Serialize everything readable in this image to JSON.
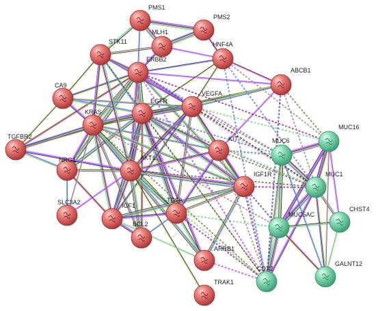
{
  "nodes": [
    {
      "id": "PMS1",
      "cluster": "red"
    },
    {
      "id": "PMS2",
      "cluster": "red"
    },
    {
      "id": "STK11",
      "cluster": "red"
    },
    {
      "id": "MLH1",
      "cluster": "red"
    },
    {
      "id": "HNF4A",
      "cluster": "red"
    },
    {
      "id": "ERBB2",
      "cluster": "red"
    },
    {
      "id": "ABCB1",
      "cluster": "red"
    },
    {
      "id": "CA9",
      "cluster": "red"
    },
    {
      "id": "VEGFA",
      "cluster": "red"
    },
    {
      "id": "EGFR",
      "cluster": "red"
    },
    {
      "id": "KRAS",
      "cluster": "red"
    },
    {
      "id": "TGFBR2",
      "cluster": "red"
    },
    {
      "id": "KIT",
      "cluster": "red"
    },
    {
      "id": "NRG1",
      "cluster": "red"
    },
    {
      "id": "AKT1",
      "cluster": "red"
    },
    {
      "id": "IGF1R",
      "cluster": "red"
    },
    {
      "id": "SLC3A2",
      "cluster": "red"
    },
    {
      "id": "IGF1",
      "cluster": "red"
    },
    {
      "id": "TGFA",
      "cluster": "red"
    },
    {
      "id": "BCL2",
      "cluster": "red"
    },
    {
      "id": "ARRB1",
      "cluster": "red"
    },
    {
      "id": "TRAK1",
      "cluster": "red"
    },
    {
      "id": "MUC16",
      "cluster": "green"
    },
    {
      "id": "MUC6",
      "cluster": "green"
    },
    {
      "id": "MUC1",
      "cluster": "green"
    },
    {
      "id": "MUC5AC",
      "cluster": "green"
    },
    {
      "id": "CHST4",
      "cluster": "green"
    },
    {
      "id": "CDX2",
      "cluster": "green"
    },
    {
      "id": "GALNT12",
      "cluster": "green"
    }
  ],
  "colors": {
    "red_node": "#e0706f",
    "green_node": "#7fd8b2",
    "edge_palette": [
      "#5a5aff",
      "#ff44ff",
      "#222222",
      "#b8d84a",
      "#46c7c7",
      "#7a3fd1",
      "#ccdd55",
      "#3b3b3b"
    ]
  },
  "edge_style": {
    "solid": "evidence-lines",
    "dashed": "inter-cluster"
  }
}
